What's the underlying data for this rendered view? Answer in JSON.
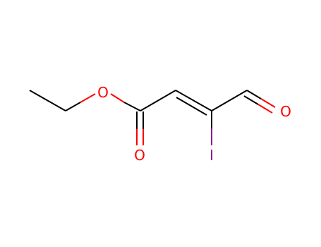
{
  "structure": {
    "atoms": {
      "O_ester": {
        "label": "O",
        "color": "#ff0000"
      },
      "O_carbonyl": {
        "label": "O",
        "color": "#ff0000"
      },
      "O_aldehyde": {
        "label": "O",
        "color": "#ff0000"
      },
      "I": {
        "label": "I",
        "color": "#940094"
      }
    },
    "bond_colors": {
      "carbon": "#000000",
      "oxygen": "#ff0000",
      "iodine": "#940094"
    }
  }
}
